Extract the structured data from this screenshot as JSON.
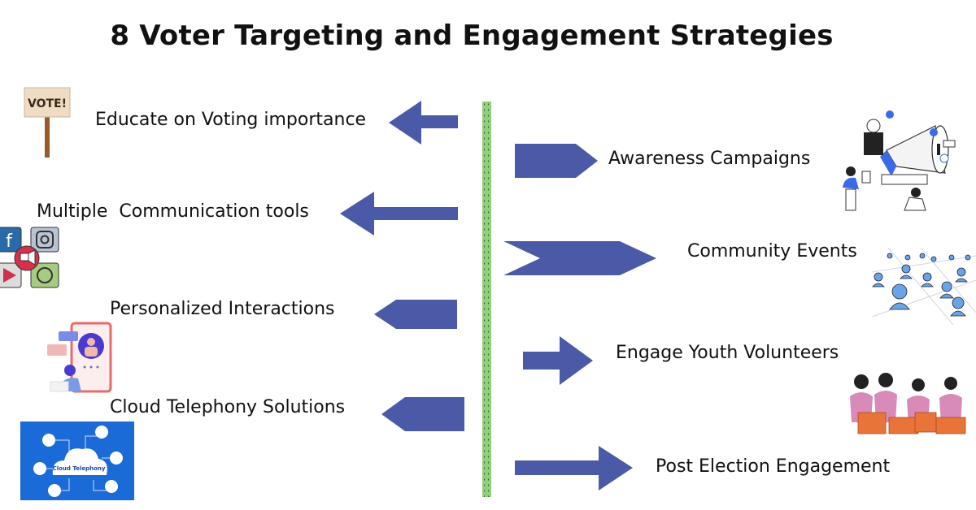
{
  "title": "8 Voter Targeting and Engagement Strategies",
  "colors": {
    "arrow": "#4a5aa6",
    "divider": "#8fd17a"
  },
  "left_items": [
    {
      "label": "Educate on Voting importance",
      "icon": "vote-sign-icon",
      "sign_text": "VOTE!"
    },
    {
      "label": "Multiple  Communication tools",
      "icon": "social-media-icon"
    },
    {
      "label": "Personalized Interactions",
      "icon": "phone-profile-icon"
    },
    {
      "label": "Cloud Telephony Solutions",
      "icon": "cloud-telephony-icon",
      "cloud_text": "Cloud Telephony"
    }
  ],
  "right_items": [
    {
      "label": "Awareness Campaigns",
      "icon": "megaphone-campaign-icon"
    },
    {
      "label": "Community Events",
      "icon": "people-network-icon"
    },
    {
      "label": "Engage Youth Volunteers",
      "icon": "volunteers-icon"
    },
    {
      "label": "Post Election Engagement",
      "icon": ""
    }
  ]
}
